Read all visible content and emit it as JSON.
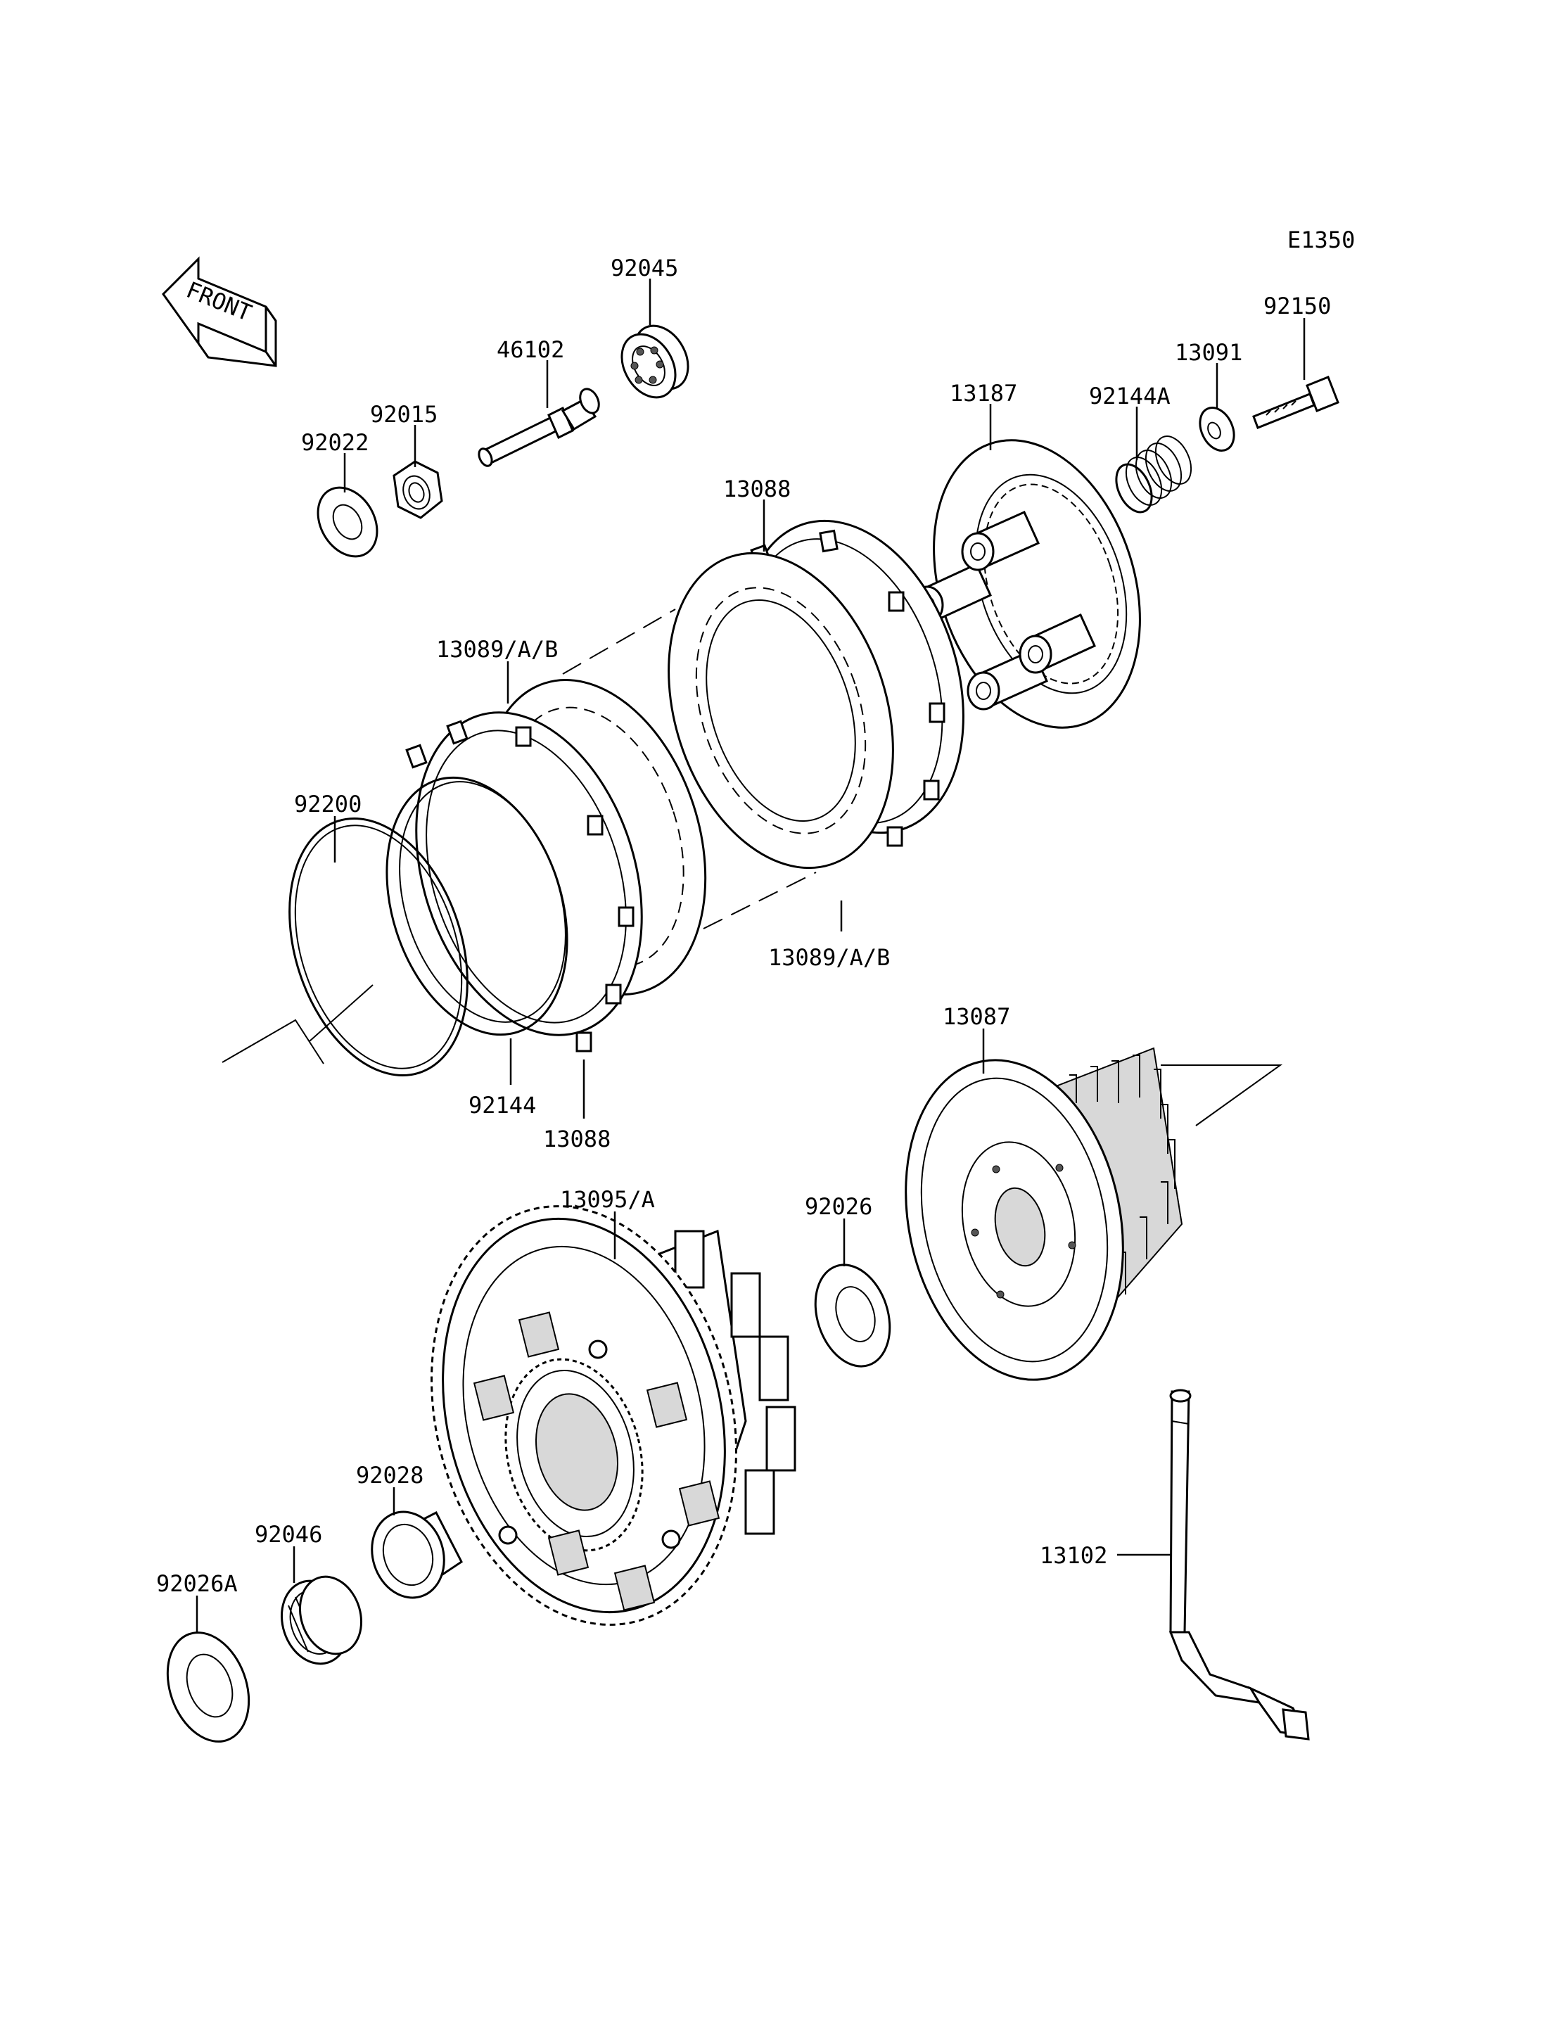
{
  "diagram_code": "E1350",
  "front_label": "FRONT",
  "parts": {
    "p92045": "92045",
    "p46102": "46102",
    "p92015": "92015",
    "p92022": "92022",
    "p13187": "13187",
    "p92144A": "92144A",
    "p13091": "13091",
    "p92150": "92150",
    "p13088_top": "13088",
    "p13089_top": "13089/A/B",
    "p13089_bottom": "13089/A/B",
    "p92200": "92200",
    "p92144": "92144",
    "p13088_bottom": "13088",
    "p13087": "13087",
    "p13095": "13095/A",
    "p92026": "92026",
    "p92028": "92028",
    "p92046": "92046",
    "p92026A": "92026A",
    "p13102": "13102"
  }
}
